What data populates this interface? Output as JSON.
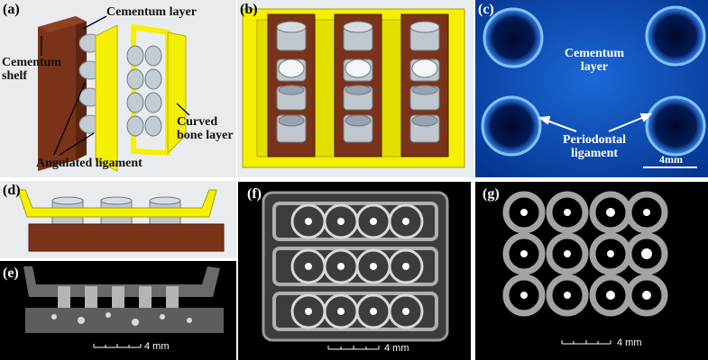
{
  "panels": {
    "a": {
      "label": "(a)",
      "annotations": {
        "cementum_layer": "Cementum layer",
        "cementum_shelf": "Cementum shelf",
        "curved_bone_layer": "Curved bone layer",
        "angulated_ligament": "Angulated ligament"
      }
    },
    "b": {
      "label": "(b)"
    },
    "c": {
      "label": "(c)",
      "annotations": {
        "cementum_layer": "Cementum layer",
        "periodontal_ligament": "Periodontal ligament"
      },
      "scale_text": "4mm"
    },
    "d": {
      "label": "(d)"
    },
    "e": {
      "label": "(e)",
      "scale_text": "4 mm"
    },
    "f": {
      "label": "(f)",
      "scale_text": "4 mm"
    },
    "g": {
      "label": "(g)",
      "scale_text": "4 mm"
    }
  },
  "colors": {
    "bone": "#f5f000",
    "cementum": "#7a3318",
    "ligament": "#b9c3cc",
    "micro_blue": "#0a4fbf",
    "ct_bg": "#000000"
  }
}
